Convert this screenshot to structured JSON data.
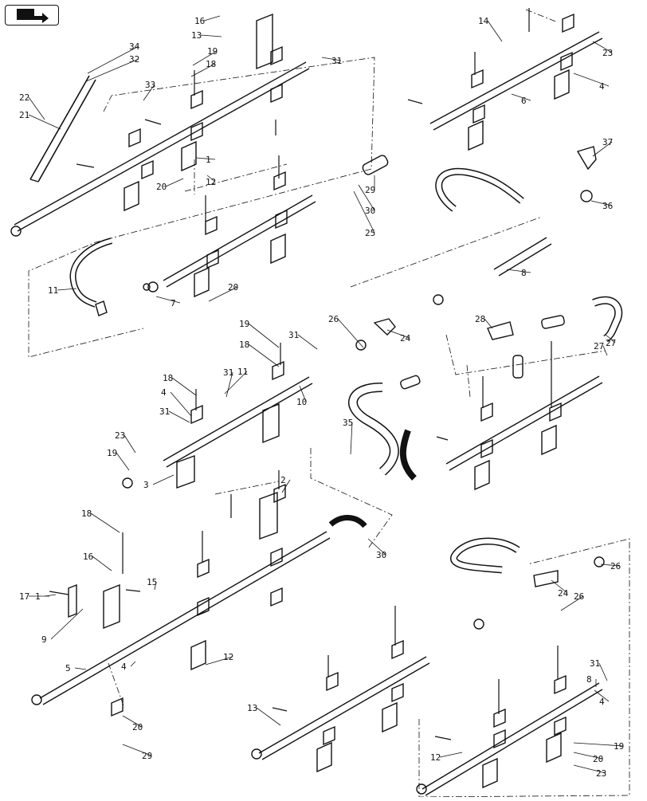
{
  "nav": {
    "icon": "back-arrow-icon"
  },
  "callouts": [
    "16",
    "13",
    "34",
    "32",
    "19",
    "18",
    "33",
    "22",
    "21",
    "20",
    "12",
    "1",
    "31",
    "23",
    "14",
    "4",
    "6",
    "37",
    "36",
    "29",
    "30",
    "25",
    "24",
    "26",
    "7",
    "8",
    "28",
    "27",
    "19",
    "18",
    "11",
    "10",
    "35",
    "31",
    "3",
    "2",
    "30",
    "24",
    "26",
    "15",
    "17",
    "9",
    "5",
    "13",
    "12",
    "20",
    "23",
    "31",
    "8",
    "4",
    "19",
    "18",
    "16",
    "1",
    "12",
    "4",
    "20",
    "29",
    "11",
    "31",
    "23",
    "19",
    "18",
    "4",
    "31",
    "20",
    "26",
    "27"
  ]
}
